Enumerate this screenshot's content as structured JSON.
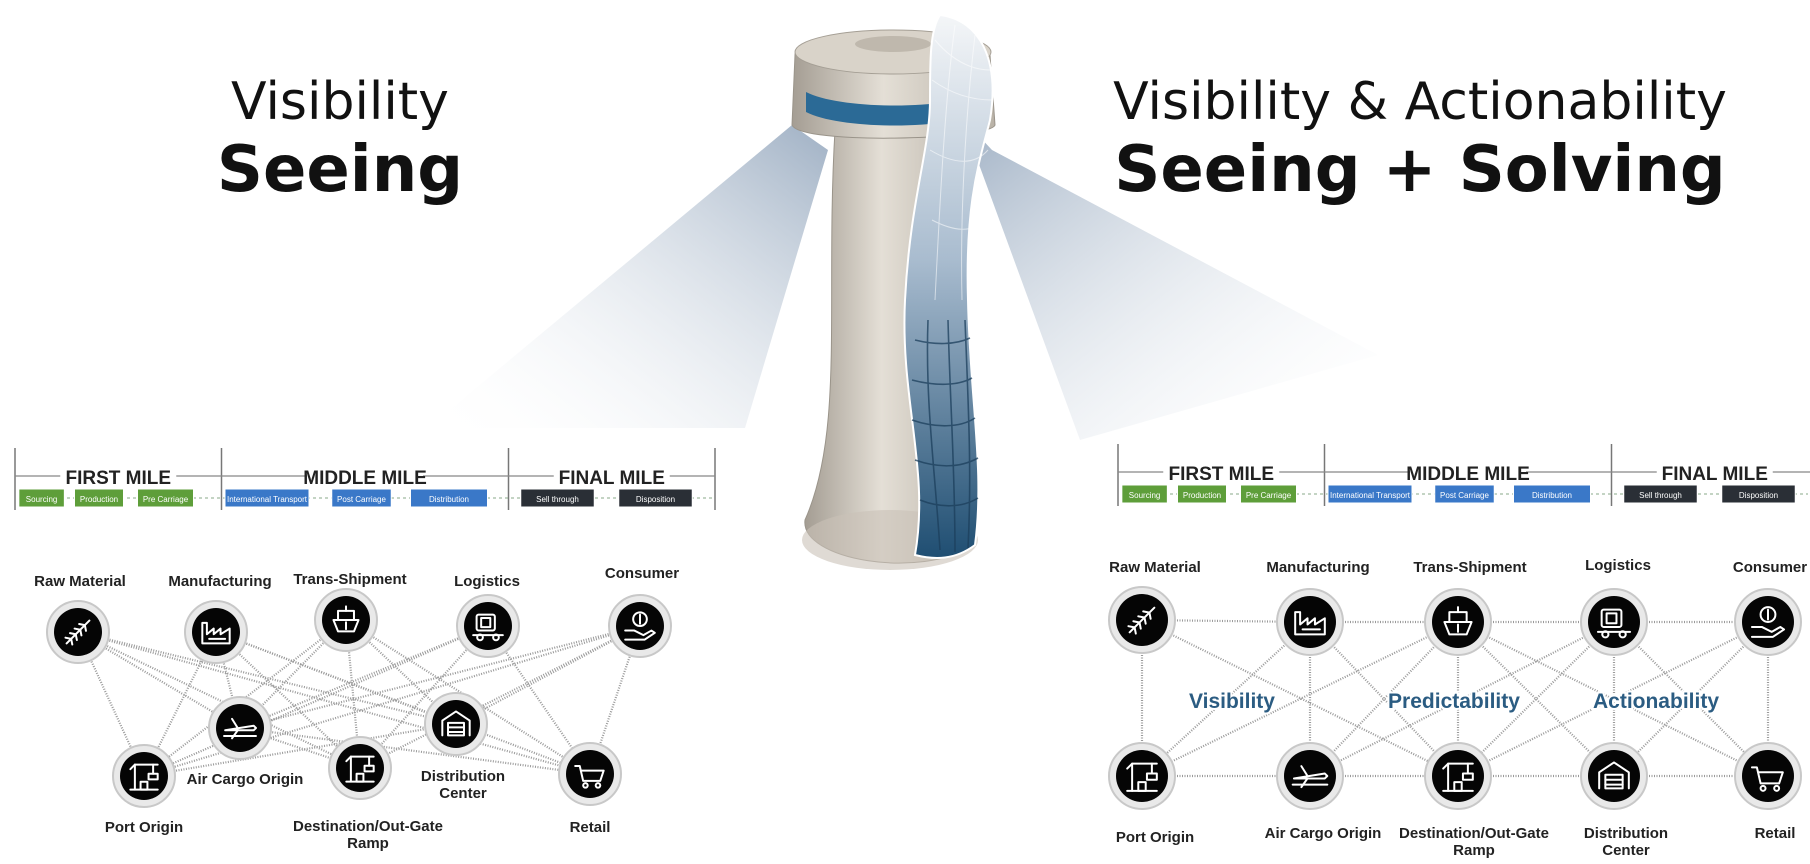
{
  "left_heading": {
    "line1": "Visibility",
    "line2": "Seeing"
  },
  "right_heading": {
    "line1": "Visibility & Actionability",
    "line2": "Seeing + Solving"
  },
  "timeline": {
    "sections": [
      "FIRST MILE",
      "MIDDLE MILE",
      "FINAL MILE"
    ],
    "steps": [
      {
        "label": "Sourcing",
        "group": "first"
      },
      {
        "label": "Production",
        "group": "first"
      },
      {
        "label": "Pre Carriage",
        "group": "first"
      },
      {
        "label": "International Transport",
        "group": "middle"
      },
      {
        "label": "Post Carriage",
        "group": "middle"
      },
      {
        "label": "Distribution",
        "group": "middle"
      },
      {
        "label": "Sell through",
        "group": "final"
      },
      {
        "label": "Disposition",
        "group": "final"
      }
    ]
  },
  "left_network": {
    "nodes": [
      {
        "id": "raw",
        "label": "Raw Material",
        "icon": "leaf-icon"
      },
      {
        "id": "mfg",
        "label": "Manufacturing",
        "icon": "factory-icon"
      },
      {
        "id": "trans",
        "label": "Trans-Shipment",
        "icon": "ship-icon"
      },
      {
        "id": "log",
        "label": "Logistics",
        "icon": "truck-icon"
      },
      {
        "id": "cons",
        "label": "Consumer",
        "icon": "hand-coin-icon"
      },
      {
        "id": "air",
        "label": "Air Cargo Origin",
        "icon": "airplane-icon"
      },
      {
        "id": "dist",
        "label": "Distribution Center",
        "icon": "warehouse-icon"
      },
      {
        "id": "port",
        "label": "Port Origin",
        "icon": "crane-icon"
      },
      {
        "id": "dest",
        "label": "Destination/Out-Gate Ramp",
        "icon": "crane-icon"
      },
      {
        "id": "retail",
        "label": "Retail",
        "icon": "cart-icon"
      }
    ]
  },
  "right_network": {
    "nodes": [
      {
        "id": "raw",
        "label": "Raw Material",
        "icon": "leaf-icon"
      },
      {
        "id": "mfg",
        "label": "Manufacturing",
        "icon": "factory-icon"
      },
      {
        "id": "trans",
        "label": "Trans-Shipment",
        "icon": "ship-icon"
      },
      {
        "id": "log",
        "label": "Logistics",
        "icon": "truck-icon"
      },
      {
        "id": "cons",
        "label": "Consumer",
        "icon": "hand-coin-icon"
      },
      {
        "id": "port",
        "label": "Port Origin",
        "icon": "crane-icon"
      },
      {
        "id": "air",
        "label": "Air Cargo Origin",
        "icon": "airplane-icon"
      },
      {
        "id": "dest",
        "label": "Destination/Out-Gate Ramp",
        "icon": "crane-icon"
      },
      {
        "id": "dist",
        "label": "Distribution Center",
        "icon": "warehouse-icon"
      },
      {
        "id": "retail",
        "label": "Retail",
        "icon": "cart-icon"
      }
    ],
    "overlay_labels": [
      "Visibility",
      "Predictability",
      "Actionability"
    ]
  },
  "colors": {
    "first_mile_step": "#5e9e3a",
    "middle_mile_step": "#3a78c8",
    "final_mile_step": "#2a2f36",
    "overlay_text": "#2b5c82",
    "tower_body": "#cfc8bd",
    "tower_band": "#2b6a96",
    "beam": "#b4c2d2"
  }
}
